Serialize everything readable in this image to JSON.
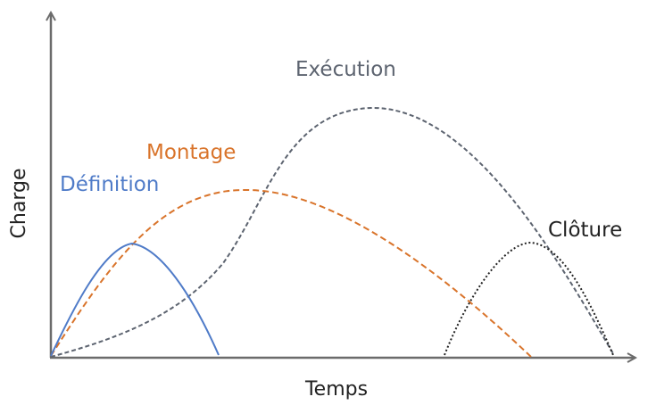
{
  "axes": {
    "x_label": "Temps",
    "y_label": "Charge",
    "axis_color": "#6b6b6b"
  },
  "phases": [
    {
      "id": "definition",
      "label": "Définition",
      "color": "#4f7bc8",
      "style": "solid"
    },
    {
      "id": "montage",
      "label": "Montage",
      "color": "#d9742b",
      "style": "dashed"
    },
    {
      "id": "execution",
      "label": "Exécution",
      "color": "#5d6470",
      "style": "dashed"
    },
    {
      "id": "cloture",
      "label": "Clôture",
      "color": "#222222",
      "style": "dotted"
    }
  ]
}
